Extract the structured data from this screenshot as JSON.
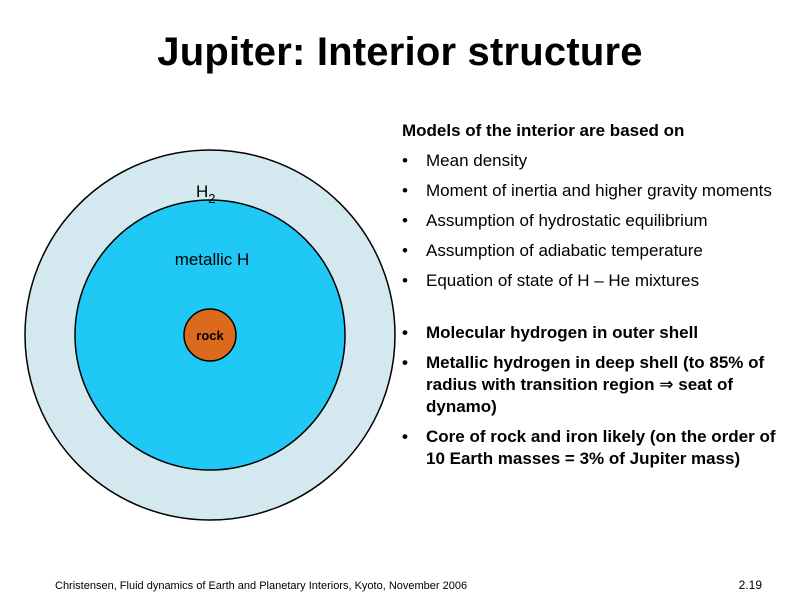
{
  "title": "Jupiter: Interior structure",
  "diagram": {
    "outer_layer_label": "H",
    "outer_layer_subscript": "2",
    "middle_layer_label": "metallic H",
    "core_label": "rock",
    "colors": {
      "outer_layer": "#d4e9ef",
      "middle_layer": "#1fc8f5",
      "core": "#dc6a1c",
      "outline": "#000000"
    }
  },
  "bullets": {
    "heading": "Models of the interior are based on",
    "bullet_glyph": "•",
    "group1": [
      "Mean density",
      "Moment of inertia and higher gravity moments",
      "Assumption of hydrostatic equilibrium",
      "Assumption of adiabatic temperature",
      "Equation of state of H – He mixtures"
    ],
    "group2": [
      "Molecular hydrogen in outer shell",
      "Metallic hydrogen in deep shell (to 85% of radius with transition region ⇒ seat of dynamo)",
      "Core of rock and iron likely (on the order of 10 Earth masses  =  3% of Jupiter mass)"
    ]
  },
  "footer": {
    "citation": "Christensen, Fluid dynamics of Earth and Planetary Interiors, Kyoto, November 2006",
    "slide_number": "2.19"
  }
}
